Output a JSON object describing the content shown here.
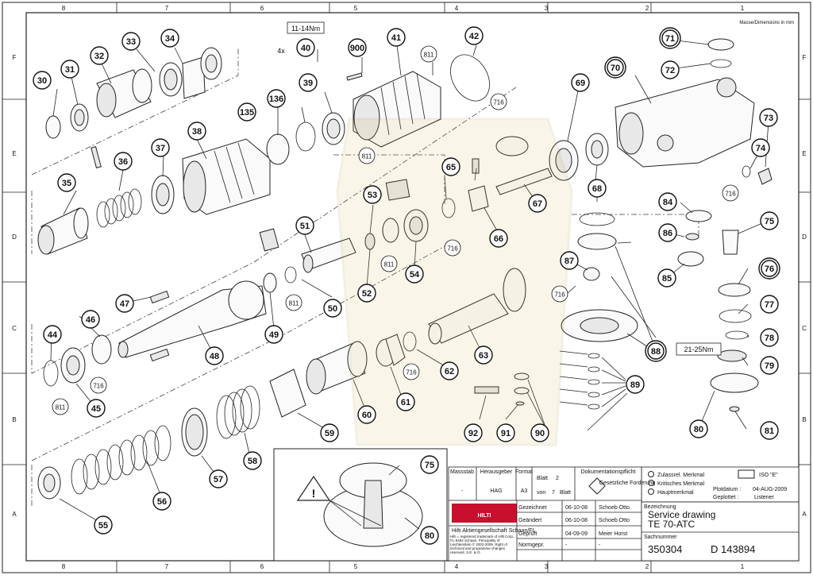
{
  "border": {
    "columns": [
      "8",
      "7",
      "6",
      "5",
      "4",
      "3",
      "2",
      "1"
    ],
    "rows": [
      "F",
      "E",
      "D",
      "C",
      "B",
      "A"
    ],
    "units_note": "Masse/Dimensions in mm"
  },
  "callouts": [
    "30",
    "31",
    "32",
    "33",
    "34",
    "35",
    "36",
    "37",
    "38",
    "135",
    "136",
    "39",
    "40",
    "900",
    "41",
    "811",
    "42",
    "716",
    "44",
    "45",
    "46",
    "47",
    "48",
    "49",
    "50",
    "51",
    "52",
    "53",
    "54",
    "55",
    "56",
    "57",
    "58",
    "59",
    "60",
    "61",
    "62",
    "63",
    "65",
    "66",
    "67",
    "68",
    "69",
    "70",
    "71",
    "72",
    "73",
    "74",
    "75",
    "76",
    "77",
    "78",
    "79",
    "80",
    "81",
    "84",
    "85",
    "86",
    "87",
    "88",
    "89",
    "90",
    "91",
    "92"
  ],
  "annotations": {
    "torque_main": "11-14Nm",
    "qty_40": "4x",
    "torque_88": "21-25Nm",
    "label_811": "811",
    "label_716": "716"
  },
  "legend": {
    "item1": "Zulassrel. Merkmal",
    "item2": "Kritisches Merkmal",
    "item3": "Hauptmerkmal",
    "iso": "ISO \"E\"",
    "plotdatum_label": "Plotdatum :",
    "plotdatum": "04-AUG-2009",
    "geplottet_label": "Geplottet :",
    "geplottet": "Listener"
  },
  "title_block": {
    "massstab_label": "Massstab",
    "massstab": "-",
    "herausgeber_label": "Herausgeber",
    "herausgeber": "HAG",
    "format_label": "Format",
    "format": "A3",
    "blatt_label": "Blatt",
    "blatt": "2",
    "von_label": "von",
    "von": "7",
    "blatt2": "Blatt",
    "dok_label": "Dokumentationspflicht",
    "dok_value": "Gesetzliche Forderung",
    "gezeichnet_label": "Gezeichnet",
    "gezeichnet_date": "06-10-08",
    "gezeichnet_name": "Schoeb Otto",
    "geaendert_label": "Geändert",
    "geaendert_date": "06-10-08",
    "geaendert_name": "Schoeb Otto",
    "geprueft_label": "Geprüft",
    "geprueft_date": "04-09-09",
    "geprueft_name": "Meier Horst",
    "normgepr_label": "Normgepr.",
    "normgepr_date": "-",
    "normgepr_name": "-",
    "bezeichnung_label": "Bezeichnung",
    "title1": "Service drawing",
    "title2": "TE 70-ATC",
    "sachnummer_label": "Sachnummer",
    "sachnummer": "350304",
    "doc_id": "D 143894",
    "company": "Hilti Aktiengesellschaft Schaan/FL",
    "logo": "HILTI",
    "fine_print": "Hilti = registered trademark of Hilti Corp., FL-9494 Schaan. Principality of Liechtenstein © 2002-2009. Right of technical and programme changes reserved, S.E. & O."
  },
  "inset": {
    "callout_a": "75",
    "callout_b": "80"
  }
}
